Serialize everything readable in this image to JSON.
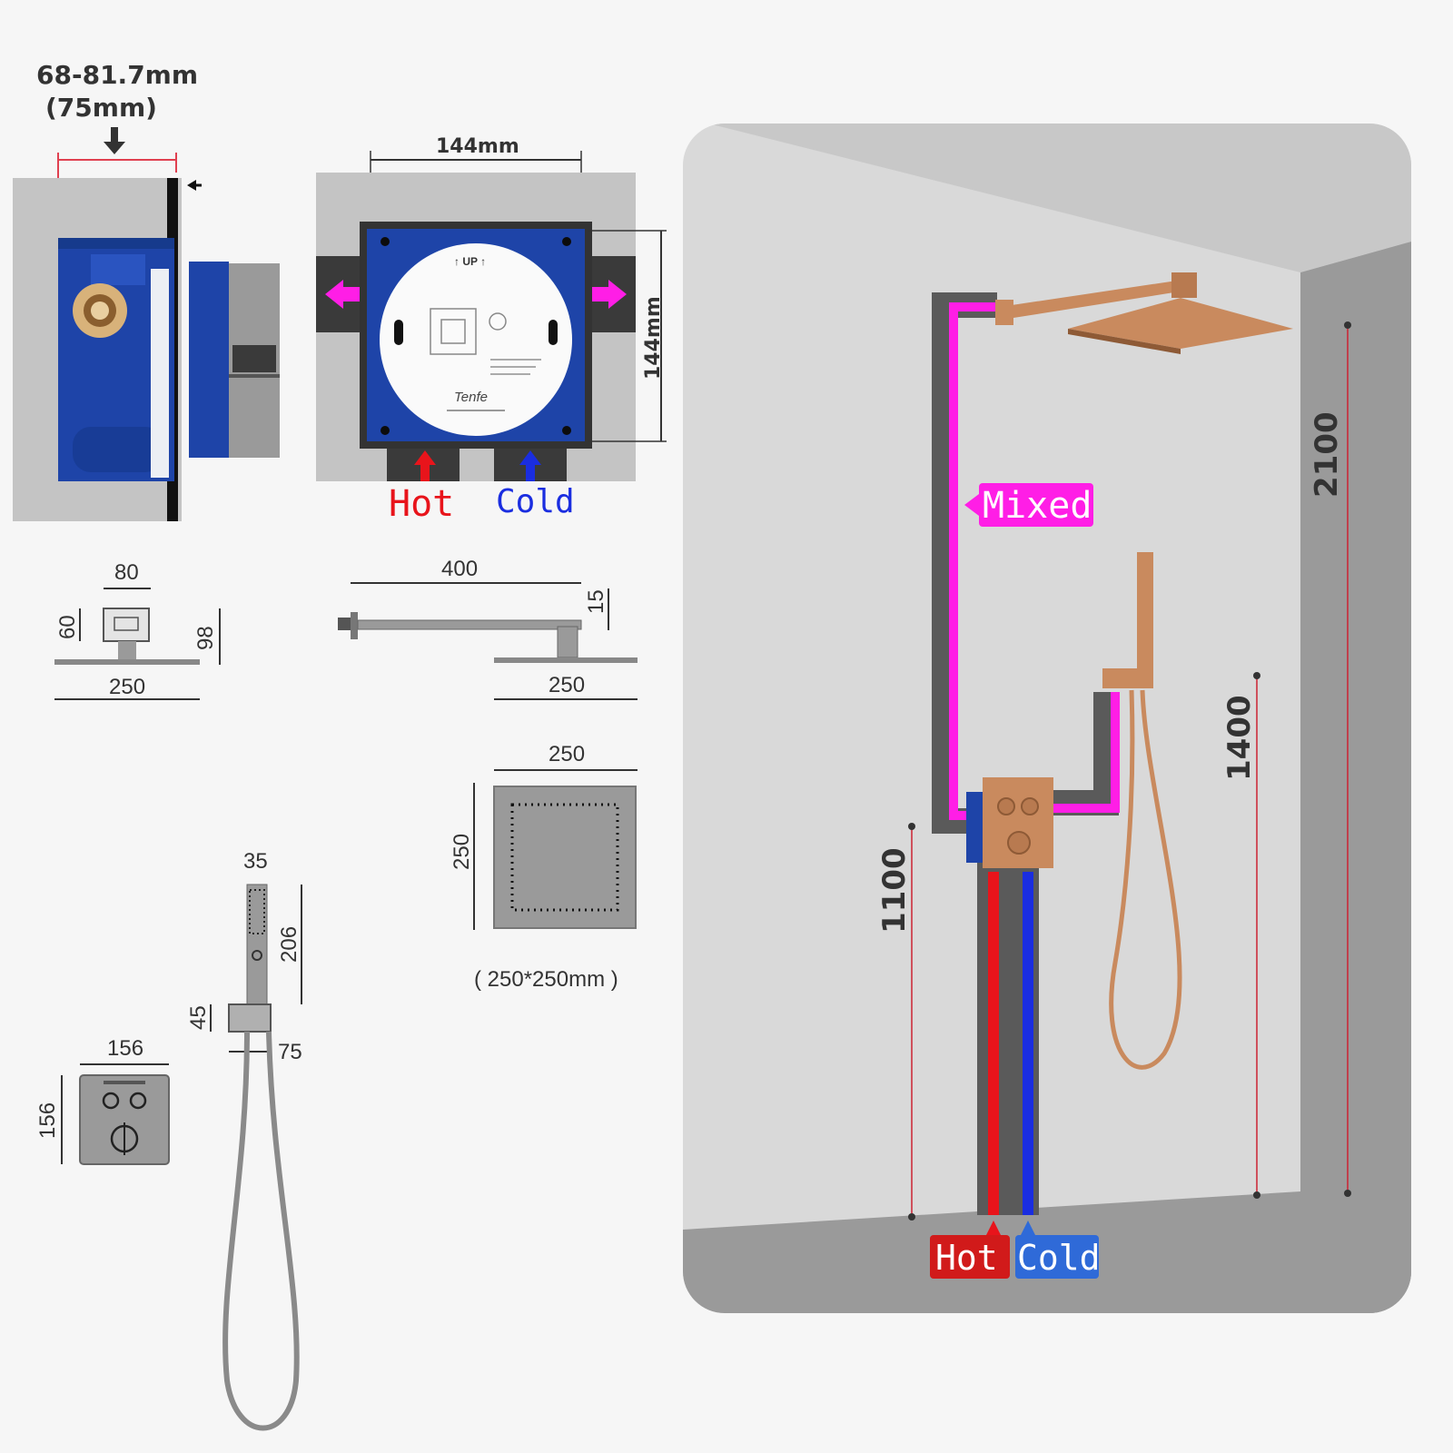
{
  "colors": {
    "hot": "#e8141b",
    "cold": "#1a2de0",
    "mixed": "#ff1ee6",
    "box_blue": "#1e44a8",
    "brass": "#c98a5e",
    "wall": "#d9d9d9"
  },
  "install_box": {
    "depth_label": "68-81.7mm",
    "depth_label_nominal": "(75mm)",
    "width_label": "144mm",
    "height_label": "144mm",
    "up_label": "↑ UP ↑",
    "brand": "Tenfe",
    "hot_label": "Hot",
    "cold_label": "Cold"
  },
  "rain_head_side": {
    "arm_width": "80",
    "arm_height": "60",
    "total_height": "98",
    "head_width": "250"
  },
  "shower_arm": {
    "arm_length": "400",
    "drop": "15",
    "head_width": "250"
  },
  "rain_head_top": {
    "width": "250",
    "depth": "250",
    "size_caption": "( 250*250mm )"
  },
  "hand_shower": {
    "width": "35",
    "length": "206",
    "holder_height": "45",
    "holder_depth": "75"
  },
  "valve_plate": {
    "width": "156",
    "height": "156"
  },
  "installation": {
    "mixed_label": "Mixed",
    "hot_label": "Hot",
    "cold_label": "Cold",
    "height_head": "2100",
    "height_hand": "1400",
    "height_valve": "1100"
  },
  "icons": [
    "down-arrow-icon",
    "left-arrow-icon",
    "right-arrow-icon",
    "up-arrow-icon"
  ]
}
